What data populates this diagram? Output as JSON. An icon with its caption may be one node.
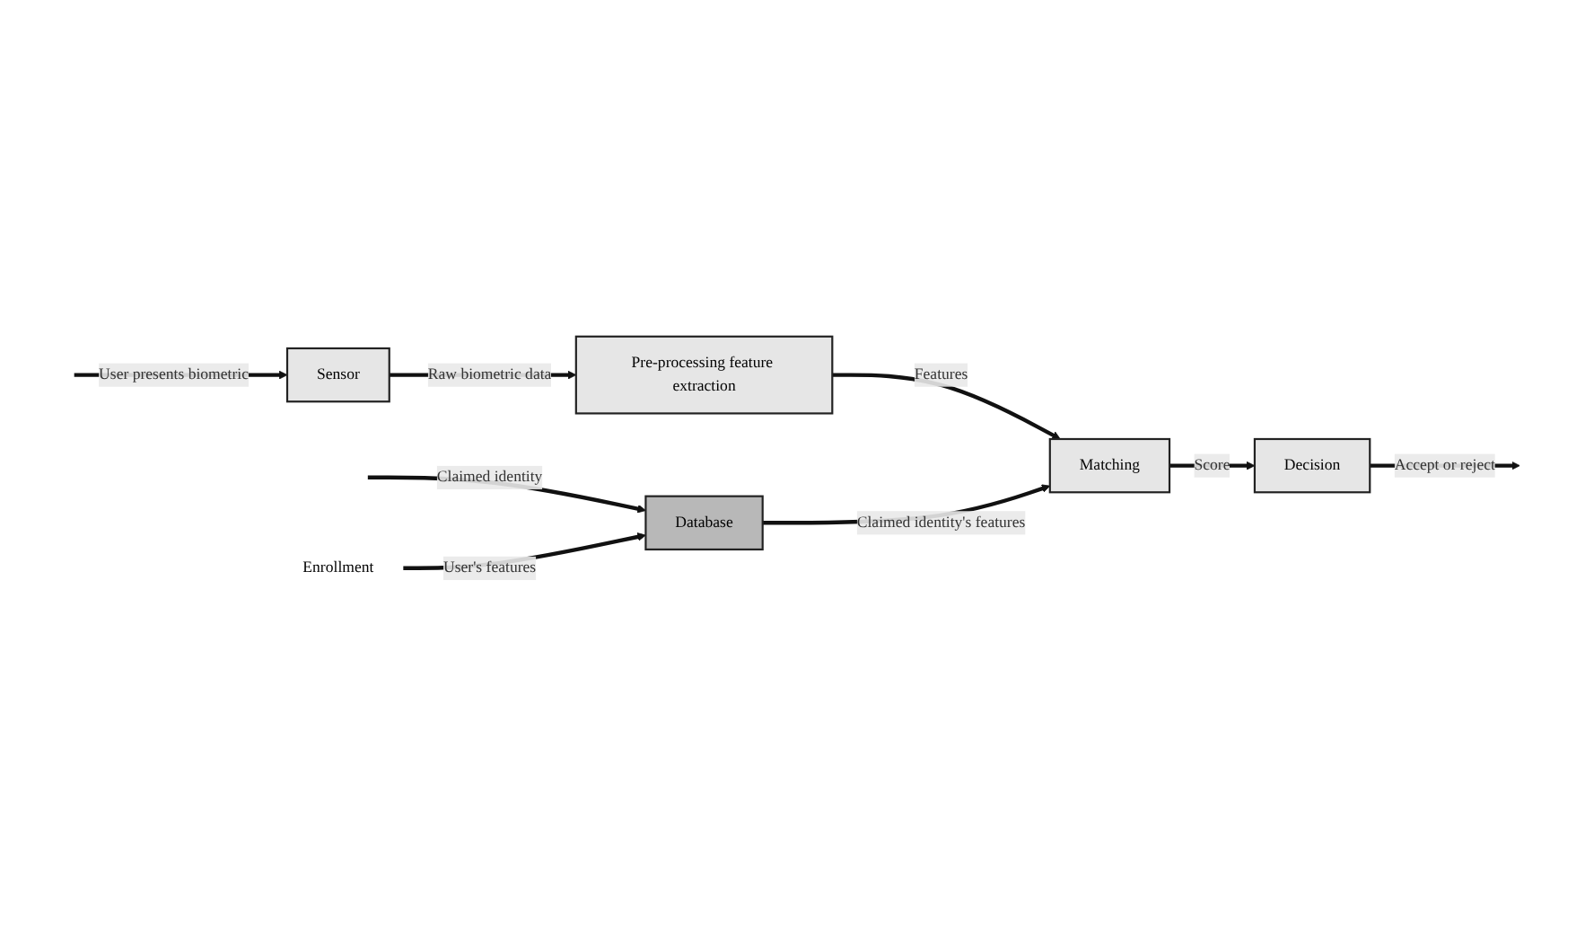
{
  "diagram": {
    "nodes": [
      {
        "text": [
          "Sensor"
        ]
      },
      {
        "text": [
          "Pre-processing feature extraction"
        ]
      },
      {
        "text": [
          "Database"
        ]
      },
      {
        "text": [
          "Matching"
        ]
      },
      {
        "text": [
          "Decision"
        ]
      },
      {
        "text": [
          "Enrollment"
        ]
      }
    ],
    "edges": [
      {
        "from": null,
        "to": 0,
        "arrow": "to",
        "label": "User presents biometric"
      },
      {
        "from": 0,
        "to": 1,
        "arrow": "to",
        "label": "Raw biometric data"
      },
      {
        "from": 1,
        "to": 3,
        "arrow": "to",
        "label": "Features"
      },
      {
        "from": null,
        "to": 2,
        "arrow": "to",
        "label": "Claimed identity"
      },
      {
        "from": 2,
        "to": 3,
        "arrow": "to",
        "label": "Claimed identity's features"
      },
      {
        "from": 5,
        "to": 2,
        "arrow": "to",
        "label": "User's features"
      },
      {
        "from": 3,
        "to": 4,
        "arrow": "to",
        "label": "Score"
      },
      {
        "from": 4,
        "to": null,
        "arrow": "to",
        "label": "Accept or reject"
      }
    ]
  }
}
